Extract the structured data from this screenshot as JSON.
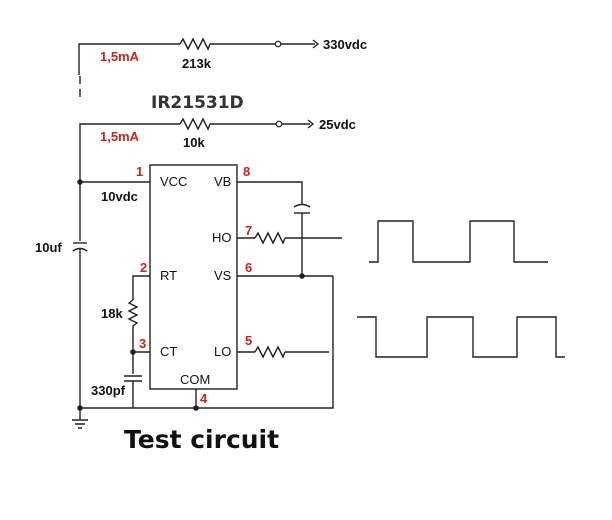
{
  "supplies": {
    "top": {
      "current": "1,5mA",
      "resistor": "213k",
      "voltage": "330vdc"
    },
    "second": {
      "current": "1,5mA",
      "resistor": "10k",
      "voltage": "25vdc"
    }
  },
  "chip": {
    "name": "IR21531D",
    "pins": [
      {
        "number": "1",
        "name": "VCC"
      },
      {
        "number": "2",
        "name": "RT"
      },
      {
        "number": "3",
        "name": "CT"
      },
      {
        "number": "4",
        "name": "COM"
      },
      {
        "number": "5",
        "name": "LO"
      },
      {
        "number": "6",
        "name": "VS"
      },
      {
        "number": "7",
        "name": "HO"
      },
      {
        "number": "8",
        "name": "VB"
      }
    ]
  },
  "components": {
    "vcc_voltage": "10vdc",
    "cap_vcc": "10uf",
    "res_rt": "18k",
    "cap_ct": "330pf"
  },
  "caption": "Test circuit"
}
